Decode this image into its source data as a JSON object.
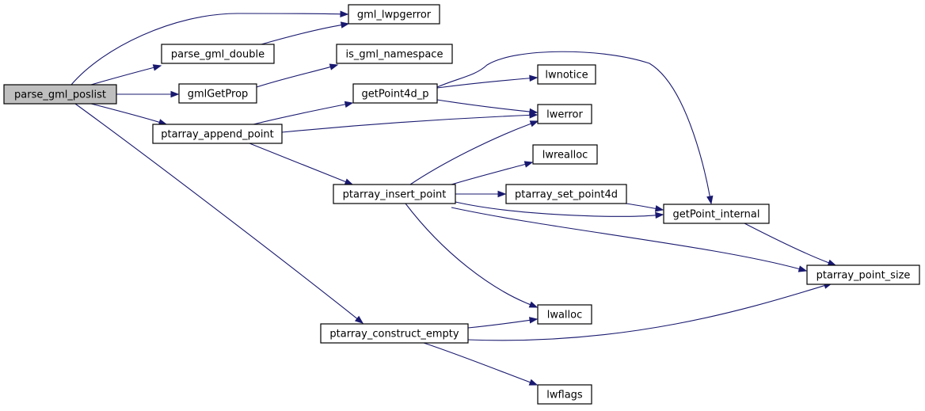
{
  "graph": {
    "root": "parse_gml_poslist",
    "nodes": {
      "parse_gml_poslist": "parse_gml_poslist",
      "gml_lwpgerror": "gml_lwpgerror",
      "parse_gml_double": "parse_gml_double",
      "is_gml_namespace": "is_gml_namespace",
      "gmlGetProp": "gmlGetProp",
      "getPoint4d_p": "getPoint4d_p",
      "lwnotice": "lwnotice",
      "lwerror": "lwerror",
      "ptarray_append_point": "ptarray_append_point",
      "lwrealloc": "lwrealloc",
      "ptarray_insert_point": "ptarray_insert_point",
      "ptarray_set_point4d": "ptarray_set_point4d",
      "getPoint_internal": "getPoint_internal",
      "ptarray_point_size": "ptarray_point_size",
      "lwalloc": "lwalloc",
      "ptarray_construct_empty": "ptarray_construct_empty",
      "lwflags": "lwflags"
    },
    "edges": [
      [
        "parse_gml_poslist",
        "gml_lwpgerror"
      ],
      [
        "parse_gml_poslist",
        "parse_gml_double"
      ],
      [
        "parse_gml_poslist",
        "gmlGetProp"
      ],
      [
        "parse_gml_poslist",
        "ptarray_append_point"
      ],
      [
        "parse_gml_poslist",
        "ptarray_construct_empty"
      ],
      [
        "parse_gml_double",
        "gml_lwpgerror"
      ],
      [
        "gmlGetProp",
        "is_gml_namespace"
      ],
      [
        "ptarray_append_point",
        "getPoint4d_p"
      ],
      [
        "ptarray_append_point",
        "lwerror"
      ],
      [
        "ptarray_append_point",
        "ptarray_insert_point"
      ],
      [
        "getPoint4d_p",
        "lwnotice"
      ],
      [
        "getPoint4d_p",
        "lwerror"
      ],
      [
        "getPoint4d_p",
        "getPoint_internal"
      ],
      [
        "ptarray_insert_point",
        "lwerror"
      ],
      [
        "ptarray_insert_point",
        "lwrealloc"
      ],
      [
        "ptarray_insert_point",
        "ptarray_set_point4d"
      ],
      [
        "ptarray_insert_point",
        "getPoint_internal"
      ],
      [
        "ptarray_insert_point",
        "ptarray_point_size"
      ],
      [
        "ptarray_insert_point",
        "lwalloc"
      ],
      [
        "ptarray_set_point4d",
        "getPoint_internal"
      ],
      [
        "getPoint_internal",
        "ptarray_point_size"
      ],
      [
        "ptarray_construct_empty",
        "lwalloc"
      ],
      [
        "ptarray_construct_empty",
        "ptarray_point_size"
      ],
      [
        "ptarray_construct_empty",
        "lwflags"
      ]
    ]
  },
  "colors": {
    "edge": "#191970",
    "node_border": "#000000",
    "node_fill": "#ffffff",
    "root_fill": "#bfbfbf"
  }
}
